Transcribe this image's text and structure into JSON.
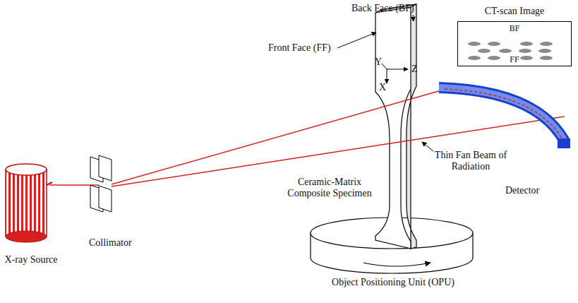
{
  "diagram": {
    "nodes": [
      {
        "text": [
          "CT-scan Image",
          "BF",
          "FF"
        ]
      }
    ],
    "labels": [
      "Back Face (BF)",
      "Front Face (FF)",
      "Y",
      "Z",
      "X",
      "Detector",
      "Thin Fan Beam of Radiation",
      "Ceramic-Matrix Composite Specimen",
      "X-ray Source",
      "Collimator",
      "Object Positioning Unit (OPU)"
    ]
  }
}
